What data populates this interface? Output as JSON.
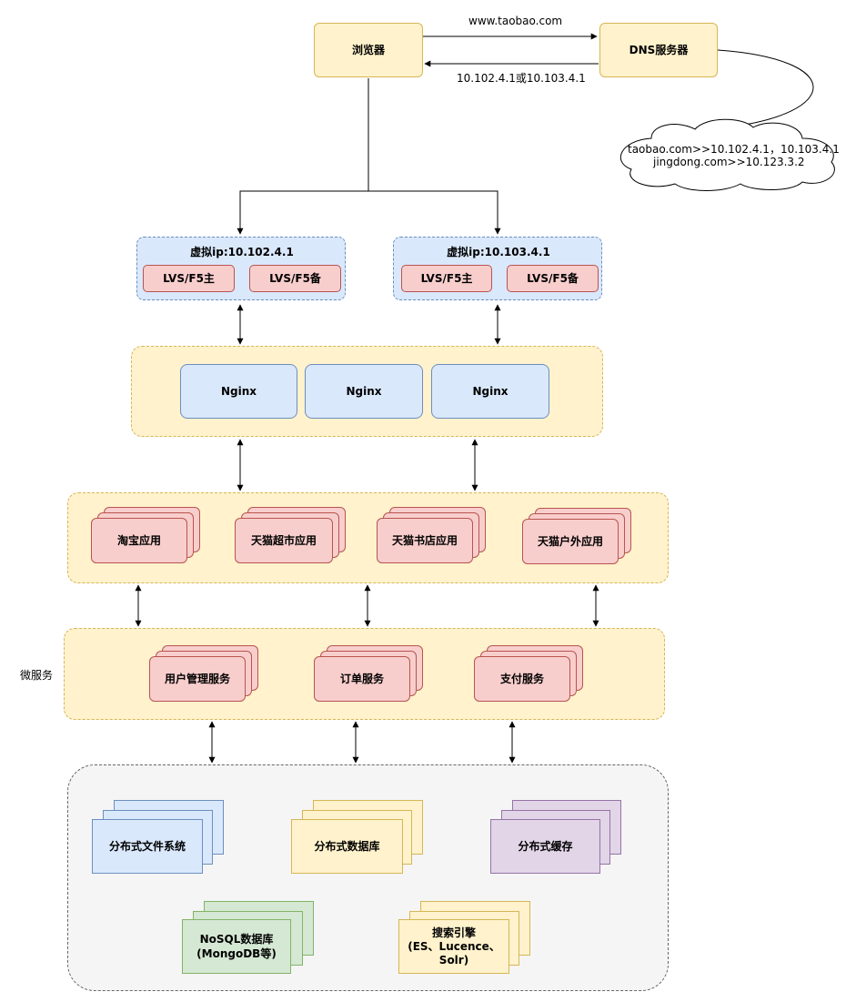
{
  "browser": "浏览器",
  "dns_server": "DNS服务器",
  "request_label": "www.taobao.com",
  "response_label": "10.102.4.1或10.103.4.1",
  "dns_records": [
    "taobao.com>>10.102.4.1，10.103.4.1",
    "jingdong.com>>10.123.3.2"
  ],
  "vip_groups": [
    {
      "title": "虚拟ip:10.102.4.1",
      "master": "LVS/F5主",
      "backup": "LVS/F5备"
    },
    {
      "title": "虚拟ip:10.103.4.1",
      "master": "LVS/F5主",
      "backup": "LVS/F5备"
    }
  ],
  "nginx": [
    "Nginx",
    "Nginx",
    "Nginx"
  ],
  "apps": [
    "淘宝应用",
    "天猫超市应用",
    "天猫书店应用",
    "天猫户外应用"
  ],
  "microservice_label": "微服务",
  "services": [
    "用户管理服务",
    "订单服务",
    "支付服务"
  ],
  "storage": {
    "dfs": "分布式文件系统",
    "ddb": "分布式数据库",
    "cache": "分布式缓存",
    "nosql": [
      "NoSQL数据库",
      "(MongoDB等)"
    ],
    "search": [
      "搜索引擎",
      "(ES、Lucence、",
      "Solr)"
    ]
  }
}
